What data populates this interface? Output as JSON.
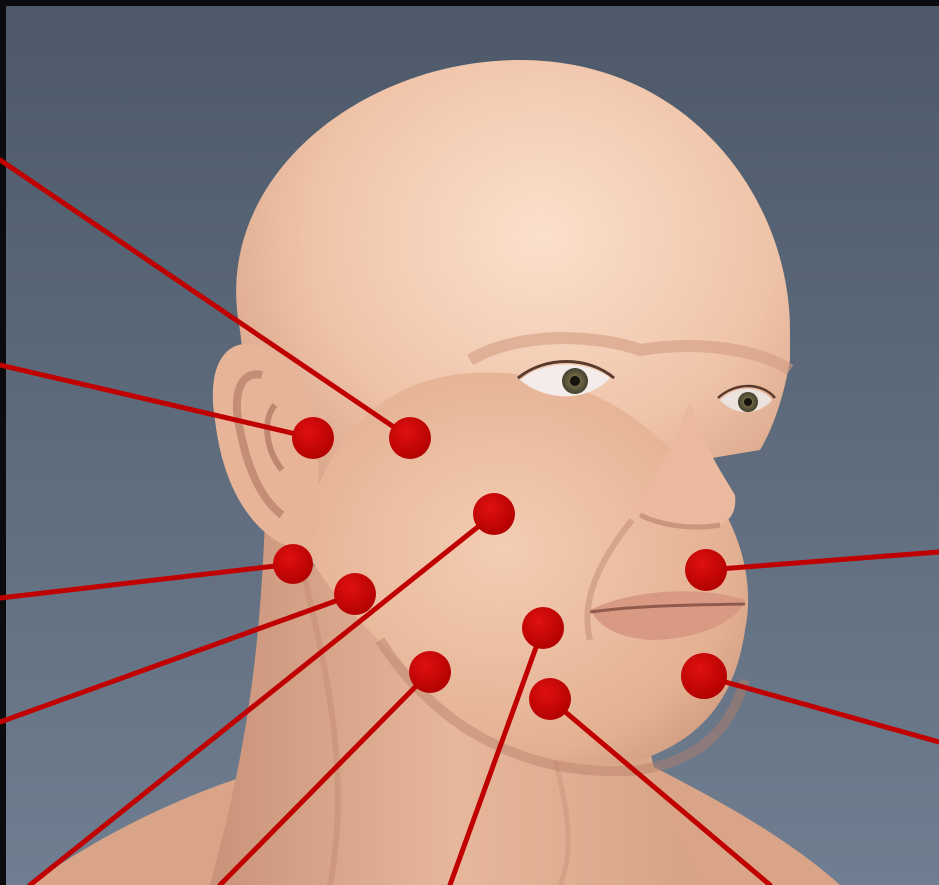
{
  "colors": {
    "frame": "#0c0c0e",
    "bg_top": "#566273",
    "bg_bottom": "#6b7a8c",
    "skin_light": "#f6d3bb",
    "skin_mid": "#e7b69a",
    "skin_shadow": "#b98570",
    "marker": "#c00000",
    "marker_stroke": "#8a0000",
    "leader_line": "#c00000"
  },
  "illustration": {
    "subject": "bald-male-head-three-quarter-view",
    "marker_icon": "red-dot-icon"
  },
  "markers": [
    {
      "id": "marker-1"
    },
    {
      "id": "marker-2"
    },
    {
      "id": "marker-3"
    },
    {
      "id": "marker-4"
    },
    {
      "id": "marker-5"
    },
    {
      "id": "marker-6"
    },
    {
      "id": "marker-7"
    },
    {
      "id": "marker-8"
    },
    {
      "id": "marker-9"
    },
    {
      "id": "marker-10"
    },
    {
      "id": "marker-11"
    }
  ]
}
